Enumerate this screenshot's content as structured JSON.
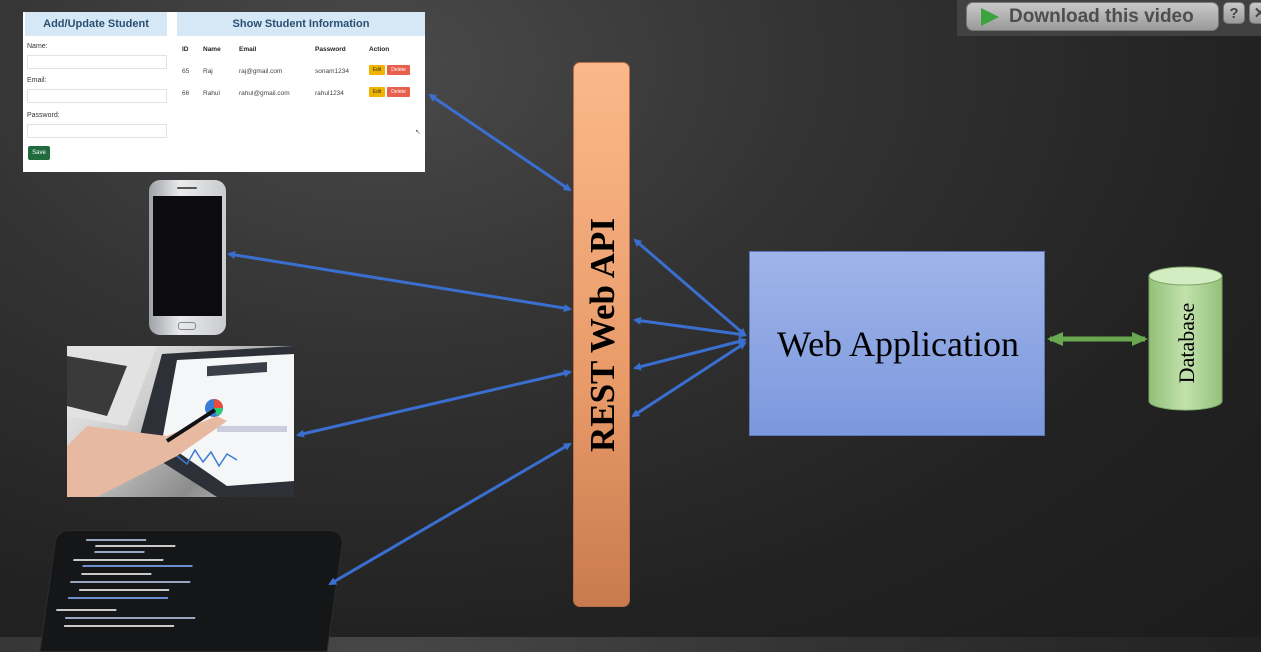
{
  "student_form": {
    "left_title": "Add/Update Student",
    "right_title": "Show Student Information",
    "labels": {
      "name": "Name:",
      "email": "Email:",
      "password": "Password:"
    },
    "save_label": "Save",
    "columns": [
      "ID",
      "Name",
      "Email",
      "Password",
      "Action"
    ],
    "rows": [
      {
        "id": "65",
        "name": "Raj",
        "email": "raj@gmail.com",
        "password": "sonam1234"
      },
      {
        "id": "66",
        "name": "Rahul",
        "email": "rahul@gmail.com",
        "password": "rahul1234"
      }
    ],
    "edit_label": "Edit",
    "delete_label": "Delete"
  },
  "diagram": {
    "api_label": "REST Web API",
    "webapp_label": "Web Application",
    "database_label": "Database",
    "colors": {
      "arrow": "#3a6fd0",
      "db_arrow": "#6aa84f",
      "api_bar": "#f4a57a",
      "webapp": "#8ea6e3",
      "database": "#a8d08d"
    }
  },
  "overlay": {
    "download_label": "Download this video",
    "help_label": "?",
    "close_label": "✕",
    "play_icon": "play-icon"
  }
}
